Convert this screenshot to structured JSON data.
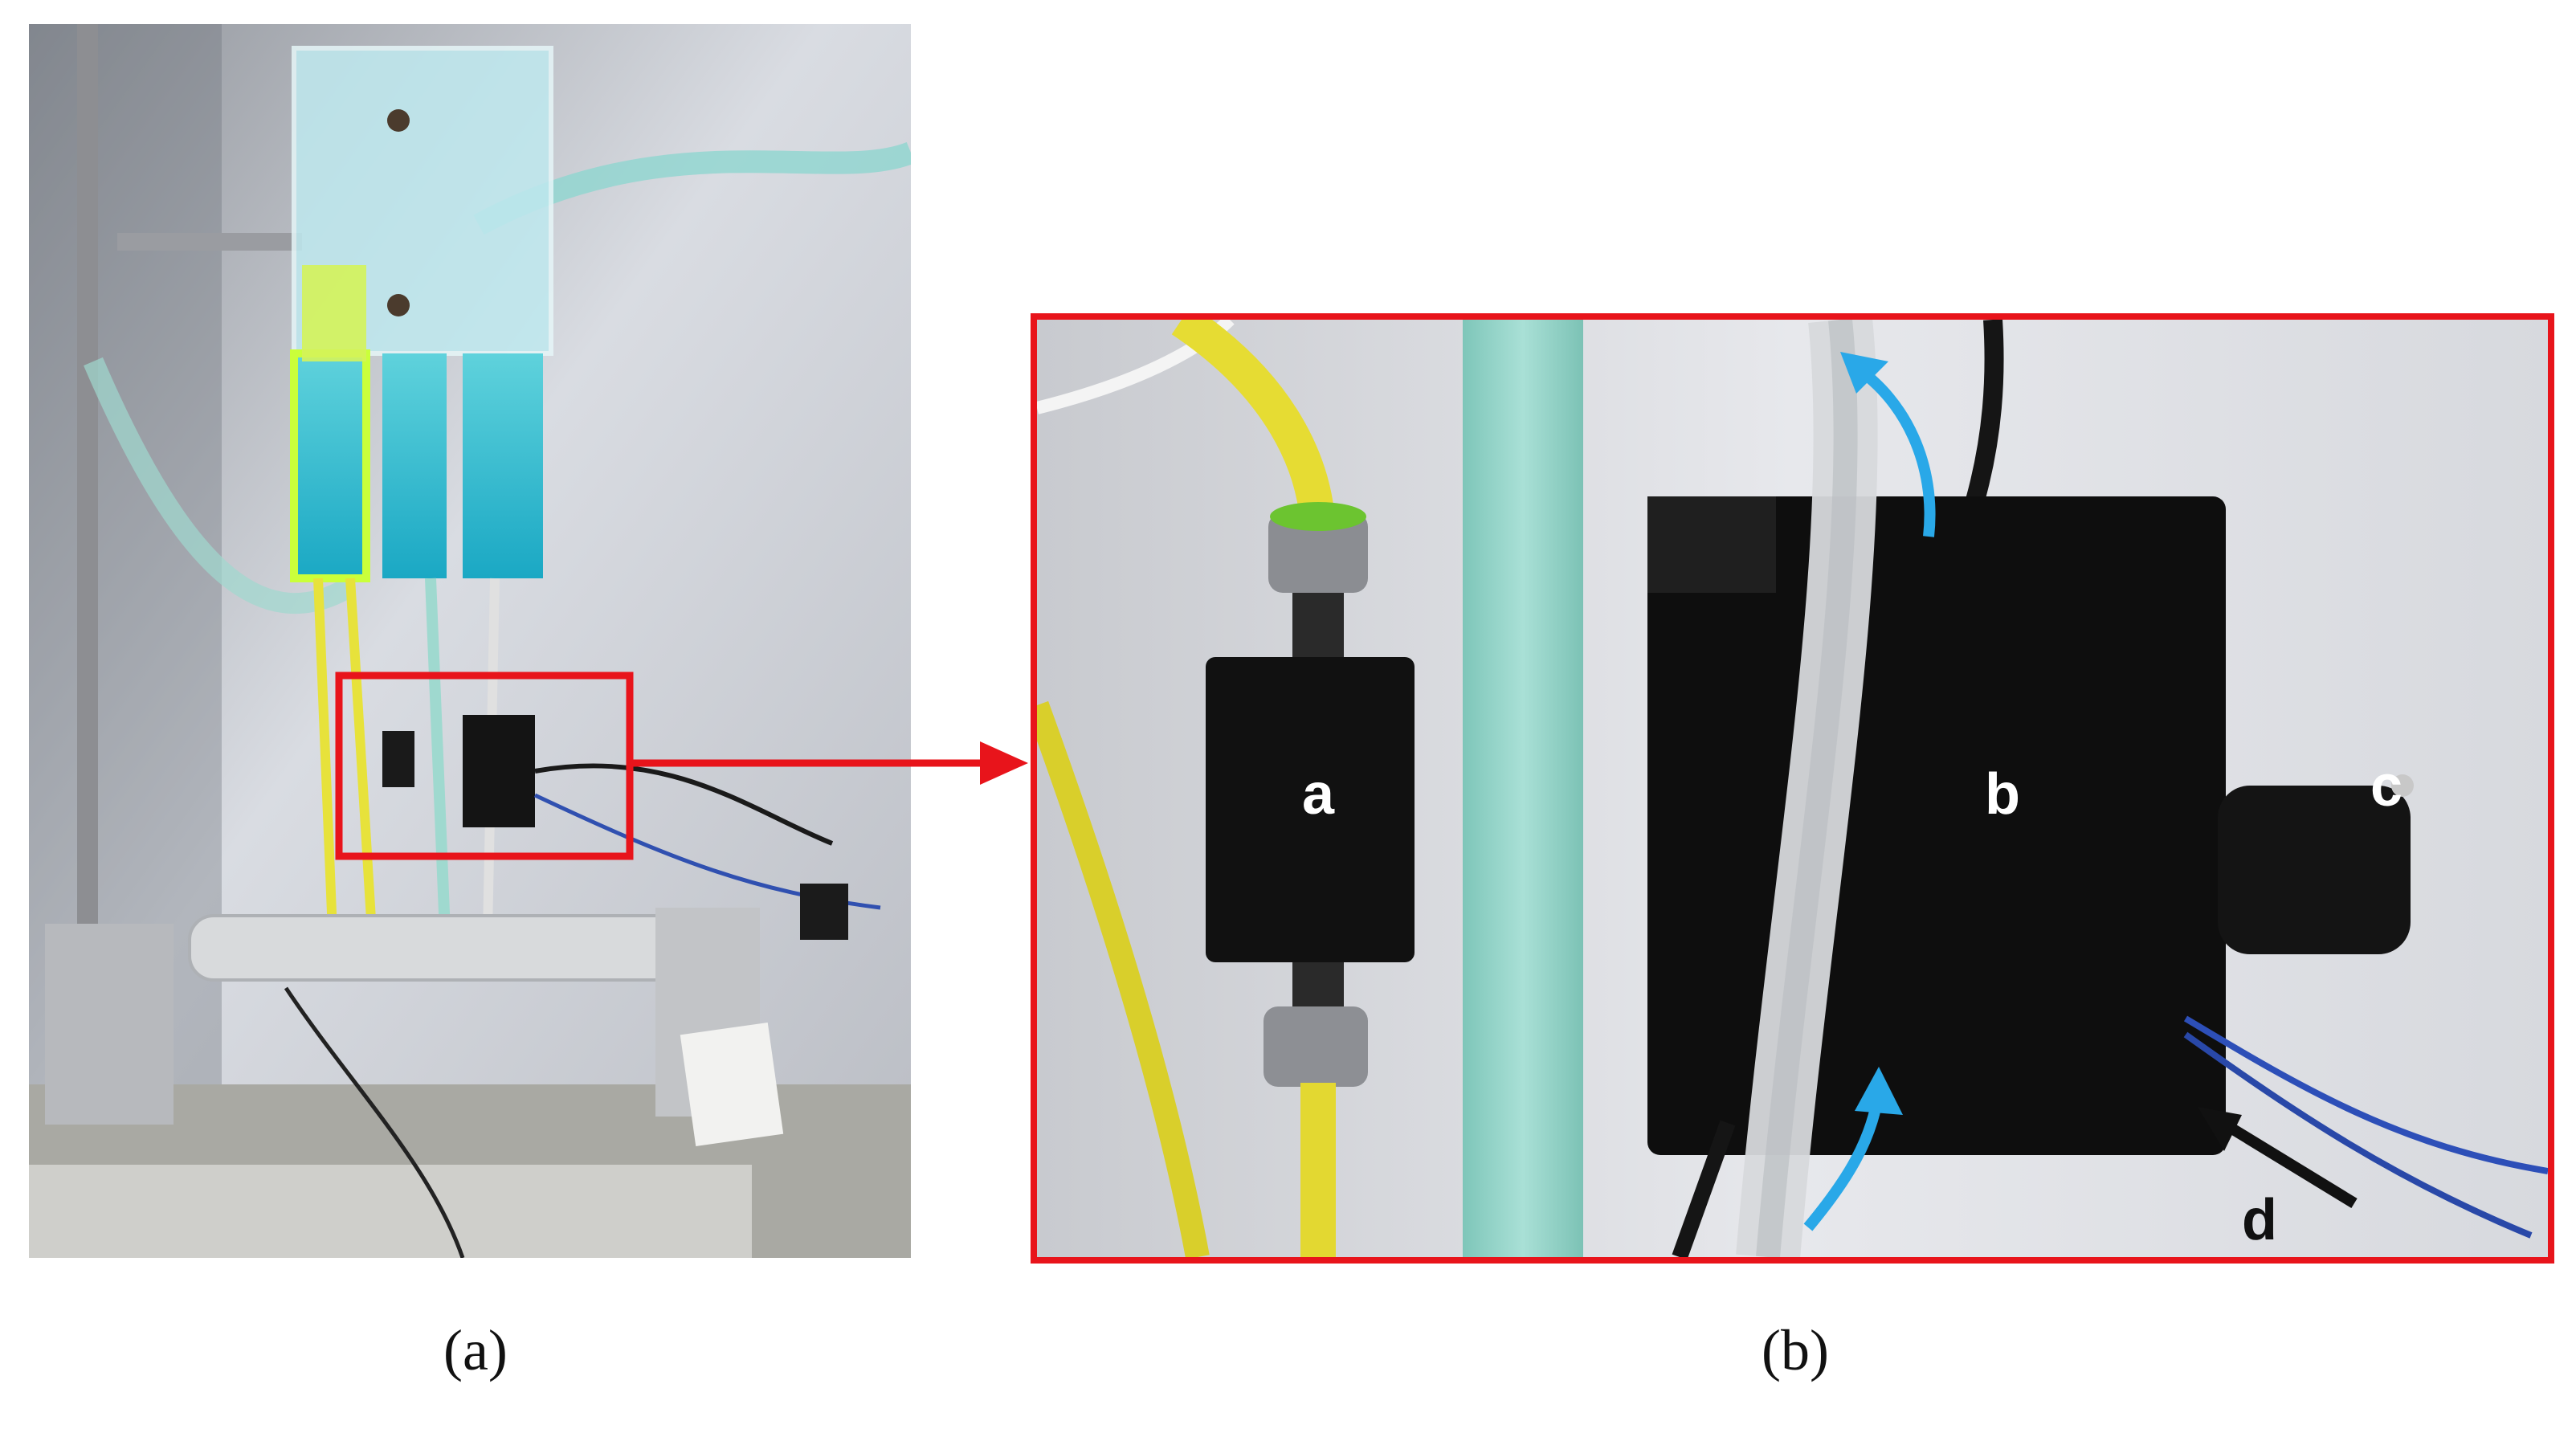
{
  "figure": {
    "panel_a": {
      "caption": "(a)"
    },
    "panel_b": {
      "caption": "(b)"
    },
    "labels": {
      "a": "a",
      "b": "b",
      "c": "c",
      "d": "d"
    },
    "colors": {
      "highlight": "#e8141b",
      "flow_arrow": "#29a8e8",
      "pointer_arrow": "#111111"
    }
  }
}
